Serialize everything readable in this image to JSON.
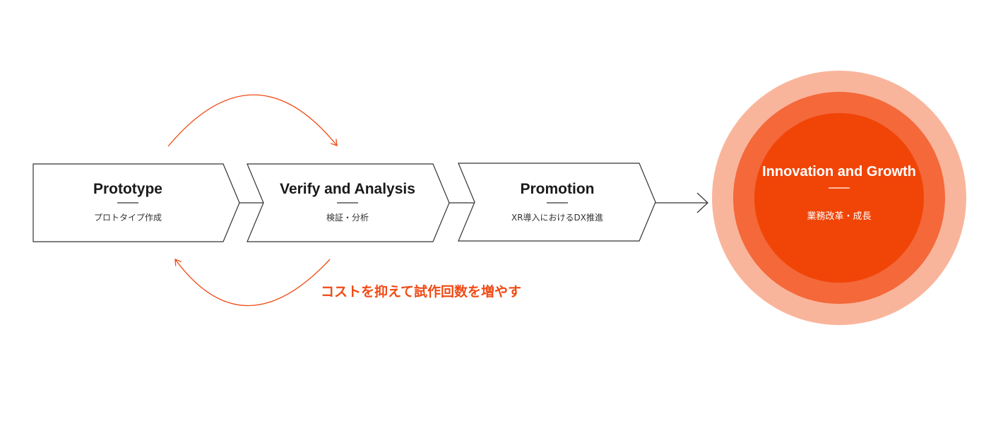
{
  "colors": {
    "accent": "#f04a14",
    "outer_ring": "#f9b59b",
    "middle_ring": "#f4683a",
    "inner_circle": "#f14508",
    "outline": "#333333",
    "text": "#1a1a1a"
  },
  "steps": [
    {
      "title": "Prototype",
      "subtitle": "プロトタイプ作成"
    },
    {
      "title": "Verify and Analysis",
      "subtitle": "検証・分析"
    },
    {
      "title": "Promotion",
      "subtitle": "XR導入におけるDX推進"
    }
  ],
  "goal": {
    "title": "Innovation and Growth",
    "subtitle": "業務改革・成長"
  },
  "loop": {
    "caption": "コストを抑えて試作回数を増やす"
  }
}
